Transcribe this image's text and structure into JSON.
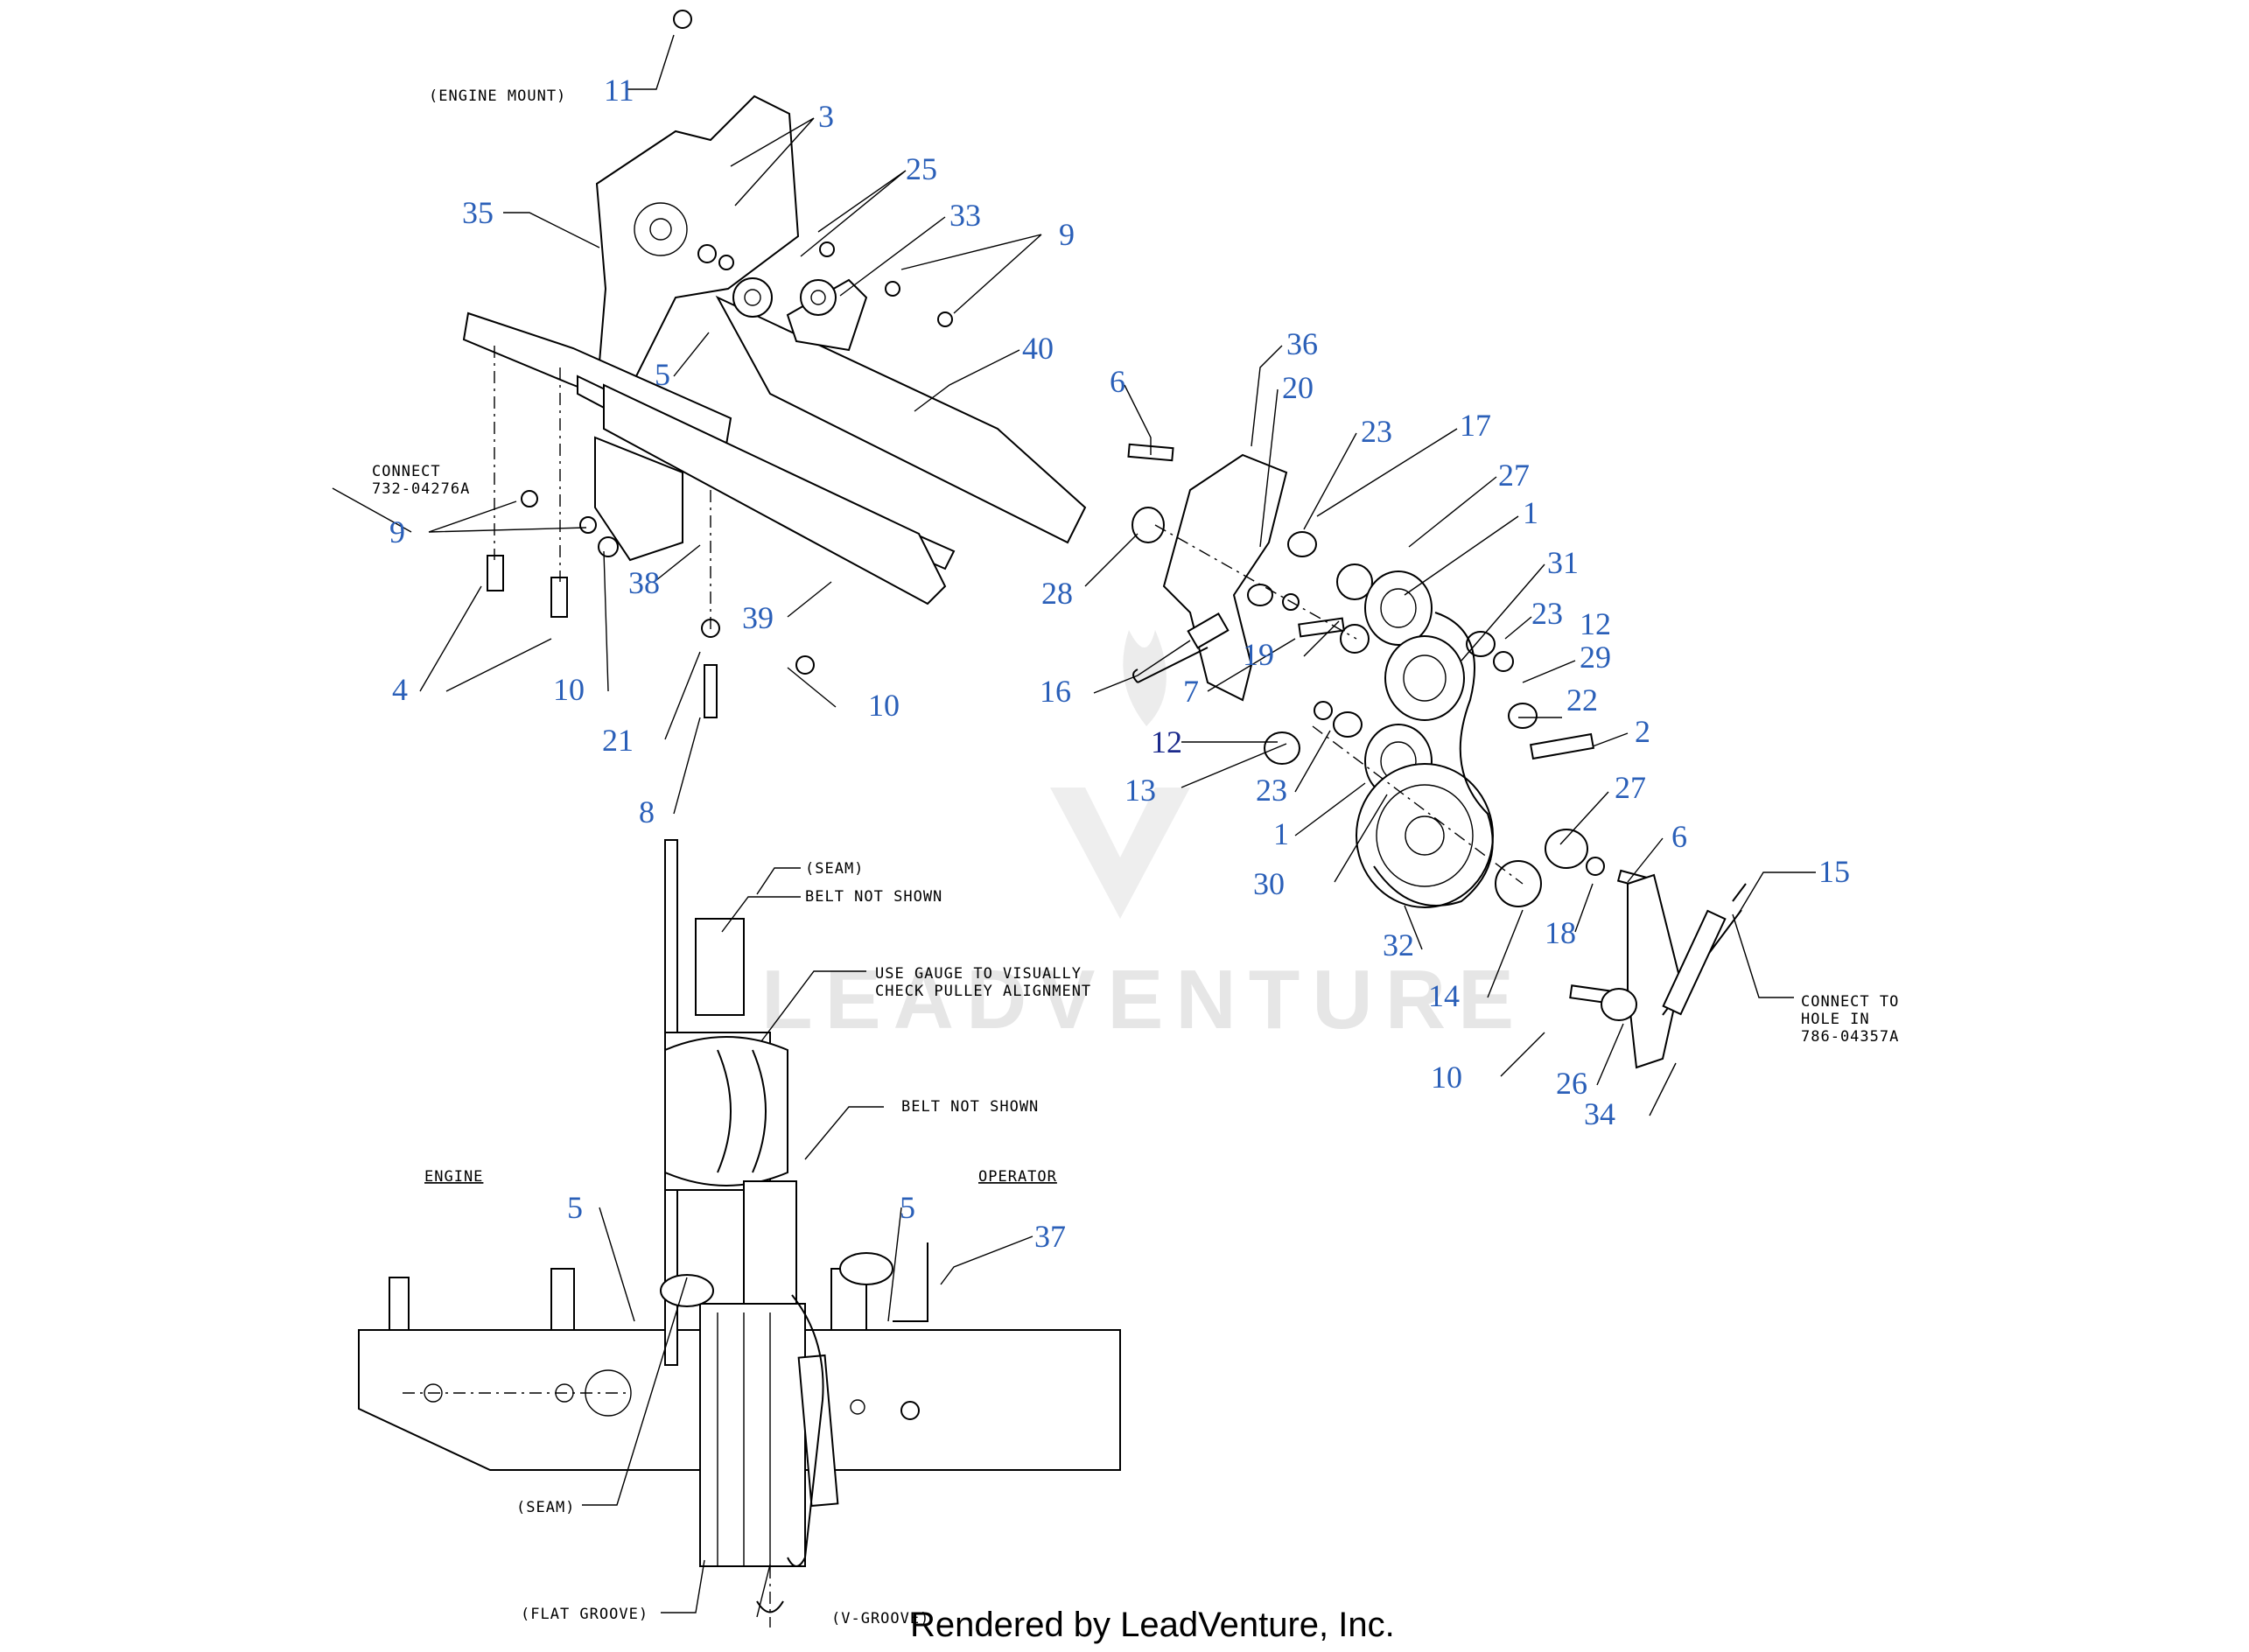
{
  "watermark": "LEADVENTURE",
  "footer": "Rendered by LeadVenture, Inc.",
  "notes": {
    "engine_mount": "(ENGINE MOUNT)",
    "connect_1_line1": "CONNECT",
    "connect_1_line2": "732-04276A",
    "seam_top": "(SEAM)",
    "belt_not_shown_1": "BELT NOT SHOWN",
    "gauge_line1": "USE GAUGE TO VISUALLY",
    "gauge_line2": "CHECK PULLEY ALIGNMENT",
    "belt_not_shown_2": "BELT NOT SHOWN",
    "engine": "ENGINE",
    "operator": "OPERATOR",
    "seam_bottom": "(SEAM)",
    "flat_groove": "(FLAT GROOVE)",
    "v_groove": "(V-GROOVE)",
    "connect_2_line1": "CONNECT TO",
    "connect_2_line2": "HOLE IN",
    "connect_2_line3": "786-04357A"
  },
  "callouts": {
    "c11": "11",
    "c3": "3",
    "c35": "35",
    "c25": "25",
    "c33": "33",
    "c9a": "9",
    "c5a": "5",
    "c40": "40",
    "c9b": "9",
    "c38": "38",
    "c39": "39",
    "c4": "4",
    "c10a": "10",
    "c10b": "10",
    "c21": "21",
    "c8": "8",
    "c6a": "6",
    "c36": "36",
    "c20": "20",
    "c23a": "23",
    "c17": "17",
    "c27a": "27",
    "c1a": "1",
    "c31": "31",
    "c28": "28",
    "c16": "16",
    "c7": "7",
    "c19": "19",
    "c23b": "23",
    "c12a": "12",
    "c29": "29",
    "c22": "22",
    "c2": "2",
    "c12b": "12",
    "c13": "13",
    "c23c": "23",
    "c1b": "1",
    "c27b": "27",
    "c6b": "6",
    "c30": "30",
    "c15": "15",
    "c18": "18",
    "c32": "32",
    "c14": "14",
    "c10c": "10",
    "c26": "26",
    "c34": "34",
    "c5b": "5",
    "c5c": "5",
    "c37": "37"
  }
}
